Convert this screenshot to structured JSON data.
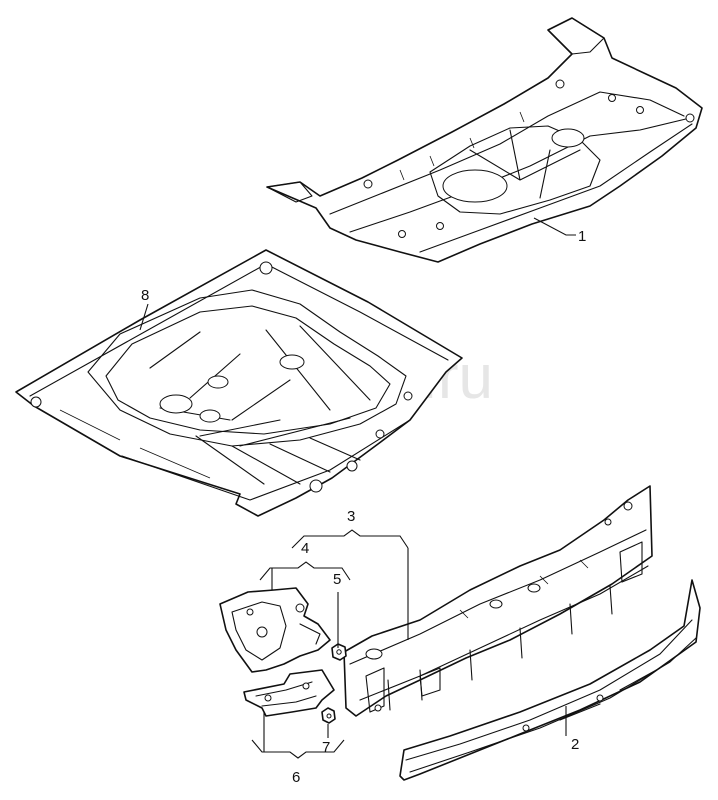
{
  "watermark": "vagtec.ru",
  "callouts": [
    "1",
    "2",
    "3",
    "4",
    "5",
    "6",
    "7",
    "8"
  ]
}
